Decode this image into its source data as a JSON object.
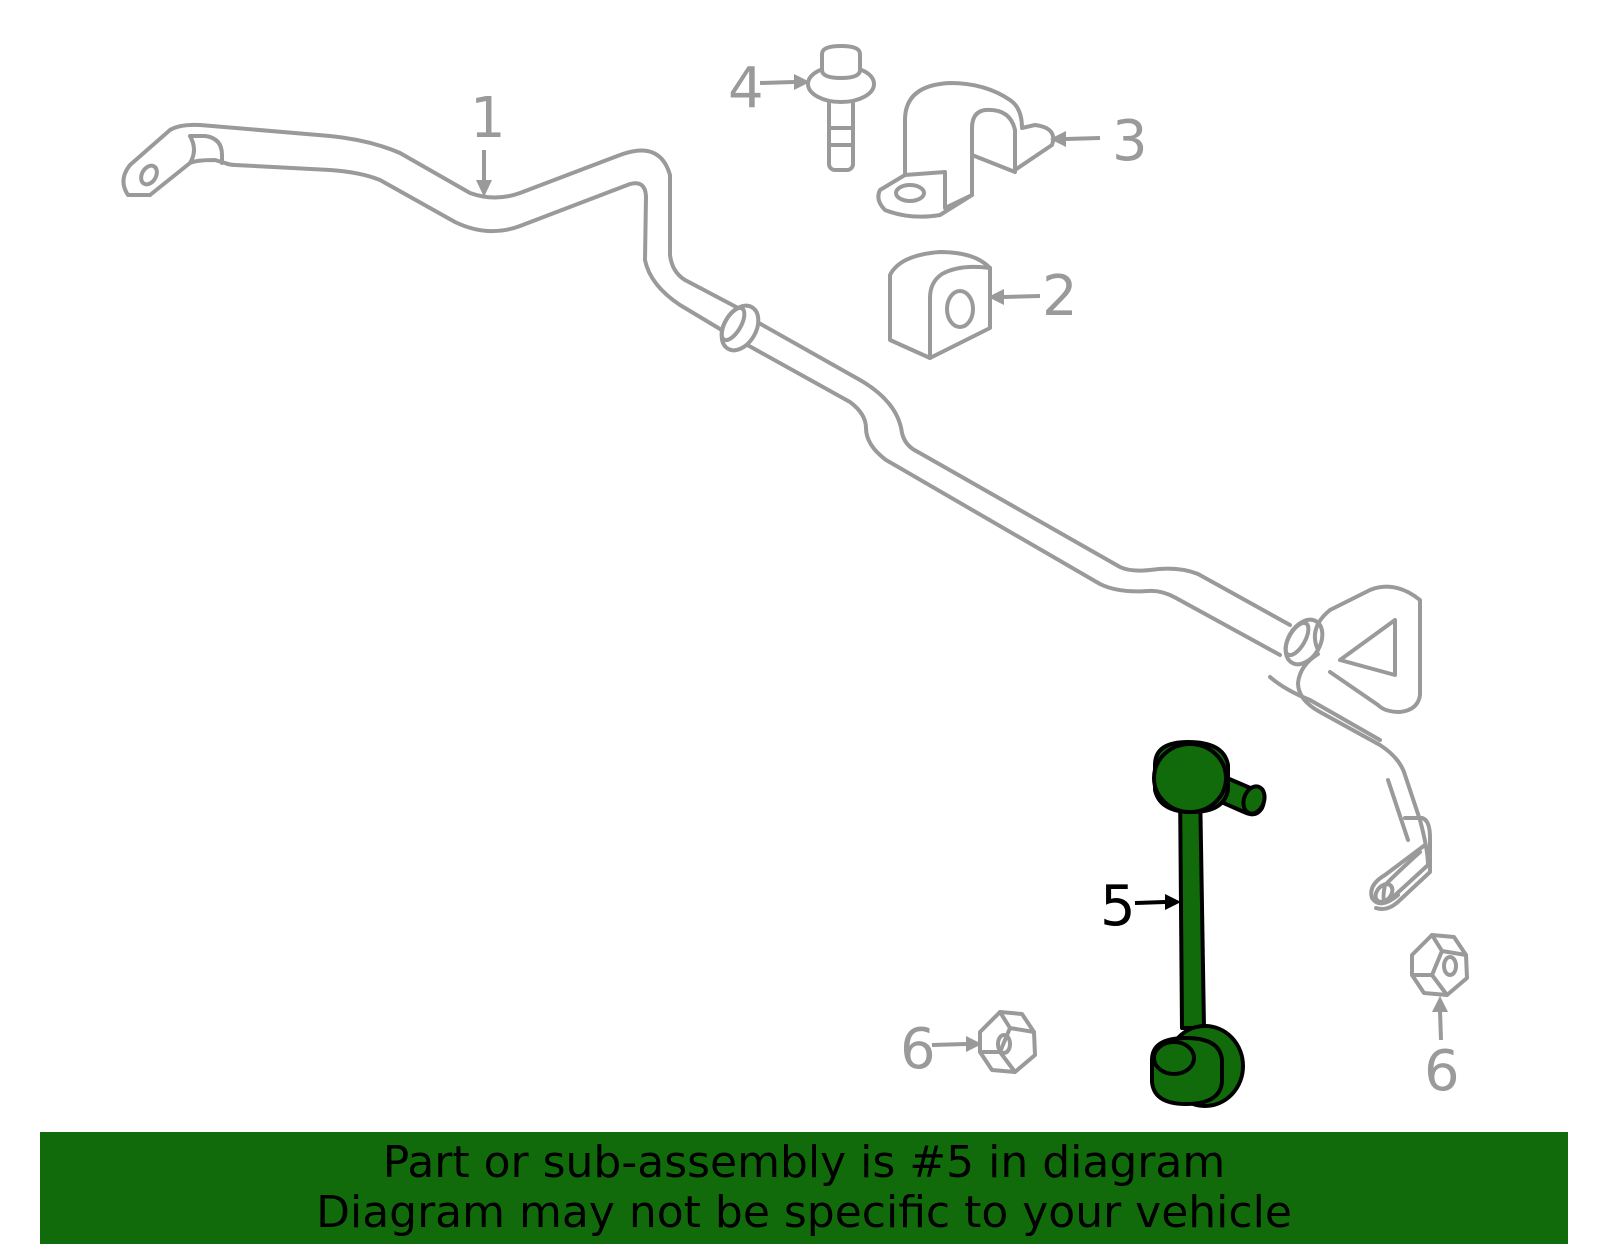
{
  "callouts": {
    "c1": "1",
    "c2": "2",
    "c3": "3",
    "c4": "4",
    "c5": "5",
    "c6a": "6",
    "c6b": "6"
  },
  "highlight_part": "5",
  "colors": {
    "highlight": "#126b0b",
    "outline": "#9a9a9a",
    "banner_bg": "#126b0b"
  },
  "banner": {
    "line1": "Part or sub-assembly is #5 in diagram",
    "line2": "Diagram may not be specific to your vehicle"
  }
}
